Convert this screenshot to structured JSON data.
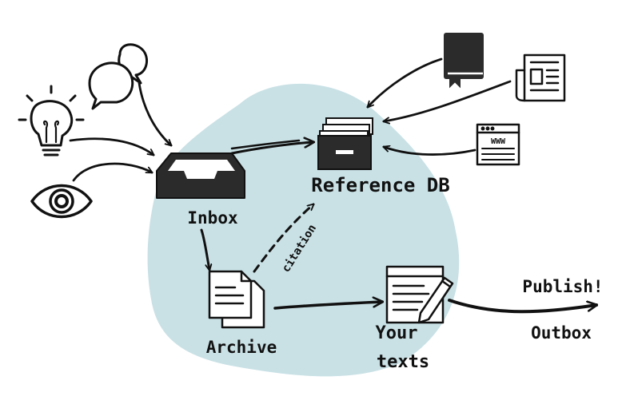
{
  "colors": {
    "blob": "#c9e1e5",
    "ink": "#111111",
    "dark_fill": "#2b2b2b",
    "paper": "#ffffff"
  },
  "labels": {
    "inbox": "Inbox",
    "reference_db": "Reference DB",
    "archive": "Archive",
    "your_texts_line1": "Your",
    "your_texts_line2": "texts",
    "publish": "Publish!",
    "outbox": "Outbox",
    "citation": "citation",
    "www": "WWW"
  },
  "icons": {
    "lightbulb": "lightbulb-icon",
    "chat": "chat-bubbles-icon",
    "eye": "eye-icon",
    "inbox": "inbox-tray-icon",
    "reference": "file-drawer-icon",
    "book": "book-icon",
    "newspaper": "newspaper-icon",
    "website": "browser-window-icon",
    "archive": "documents-icon",
    "texts": "document-edit-icon"
  }
}
